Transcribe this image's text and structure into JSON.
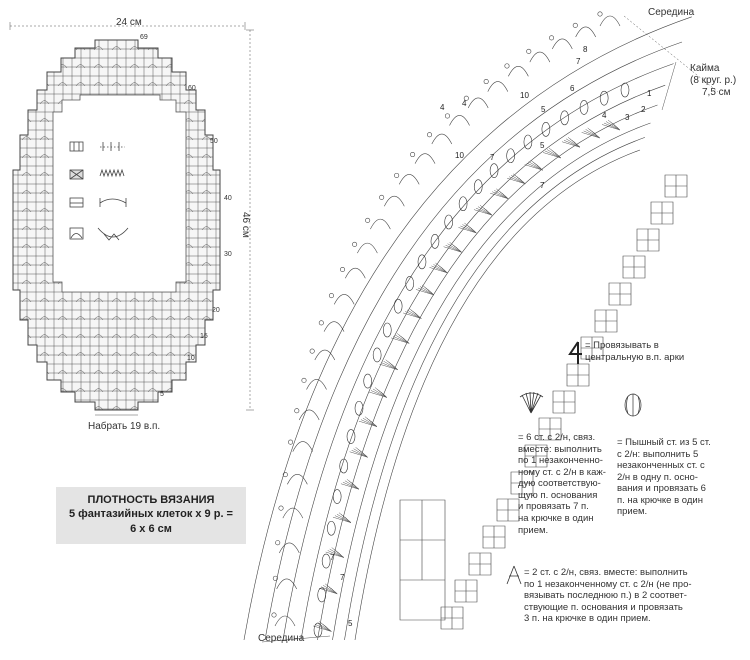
{
  "left_schematic": {
    "width_label": "24 см",
    "height_label": "46 см",
    "cast_on_label": "Набрать 19 в.п.",
    "row_numbers": [
      "69",
      "60",
      "50",
      "40",
      "30",
      "20",
      "15",
      "10",
      "5"
    ],
    "legend_items": [
      {
        "name": "stitch-square-open",
        "eq": "="
      },
      {
        "name": "stitch-square-crossed",
        "eq": "="
      },
      {
        "name": "stitch-square-arch",
        "eq": "="
      },
      {
        "name": "stitch-square-scallop",
        "eq": "="
      }
    ]
  },
  "density": {
    "title": "ПЛОТНОСТЬ ВЯЗАНИЯ",
    "line1": "5 фантазийных клеток x 9 р. =",
    "line2": "6 x 6 см"
  },
  "edging": {
    "top_middle_label": "Середина",
    "bottom_middle_label": "Середина",
    "border_label_1": "Кайма",
    "border_label_2": "(8 круг. р.)",
    "border_label_3": "7,5 см",
    "arc_numbers": [
      "8",
      "7",
      "10",
      "6",
      "5",
      "4",
      "3",
      "2",
      "1",
      "10",
      "4",
      "7",
      "4",
      "7",
      "5",
      "7",
      "7",
      "5"
    ]
  },
  "legend": {
    "symbol_4_number": "4",
    "symbol_4_text_1": "= Провязывать в",
    "symbol_4_text_2": "центральную в.п. арки",
    "fan6_text": [
      "= 6 ст. с 2/н, связ.",
      "вместе: выполнить",
      "по 1 незаконченно-",
      "ному ст. с 2/н в каж-",
      "дую соответствую-",
      "щую п. основания",
      "и провязать 7 п.",
      "на крючке в один",
      "прием."
    ],
    "puff_text": [
      "= Пышный ст. из 5 ст.",
      "с 2/н: выполнить 5",
      "незаконченных ст. с",
      "2/н в одну п. осно-",
      "вания и провязать 6",
      "п. на крючке в один",
      "прием."
    ],
    "two_tog_text": [
      "= 2 ст. с 2/н, связ. вместе: выполнить",
      "по 1 незаконченному ст. с 2/н (не про-",
      "вязывать последнюю п.) в 2 соответ-",
      "ствующие п. основания и провязать",
      "3 п. на крючке в один прием."
    ]
  }
}
